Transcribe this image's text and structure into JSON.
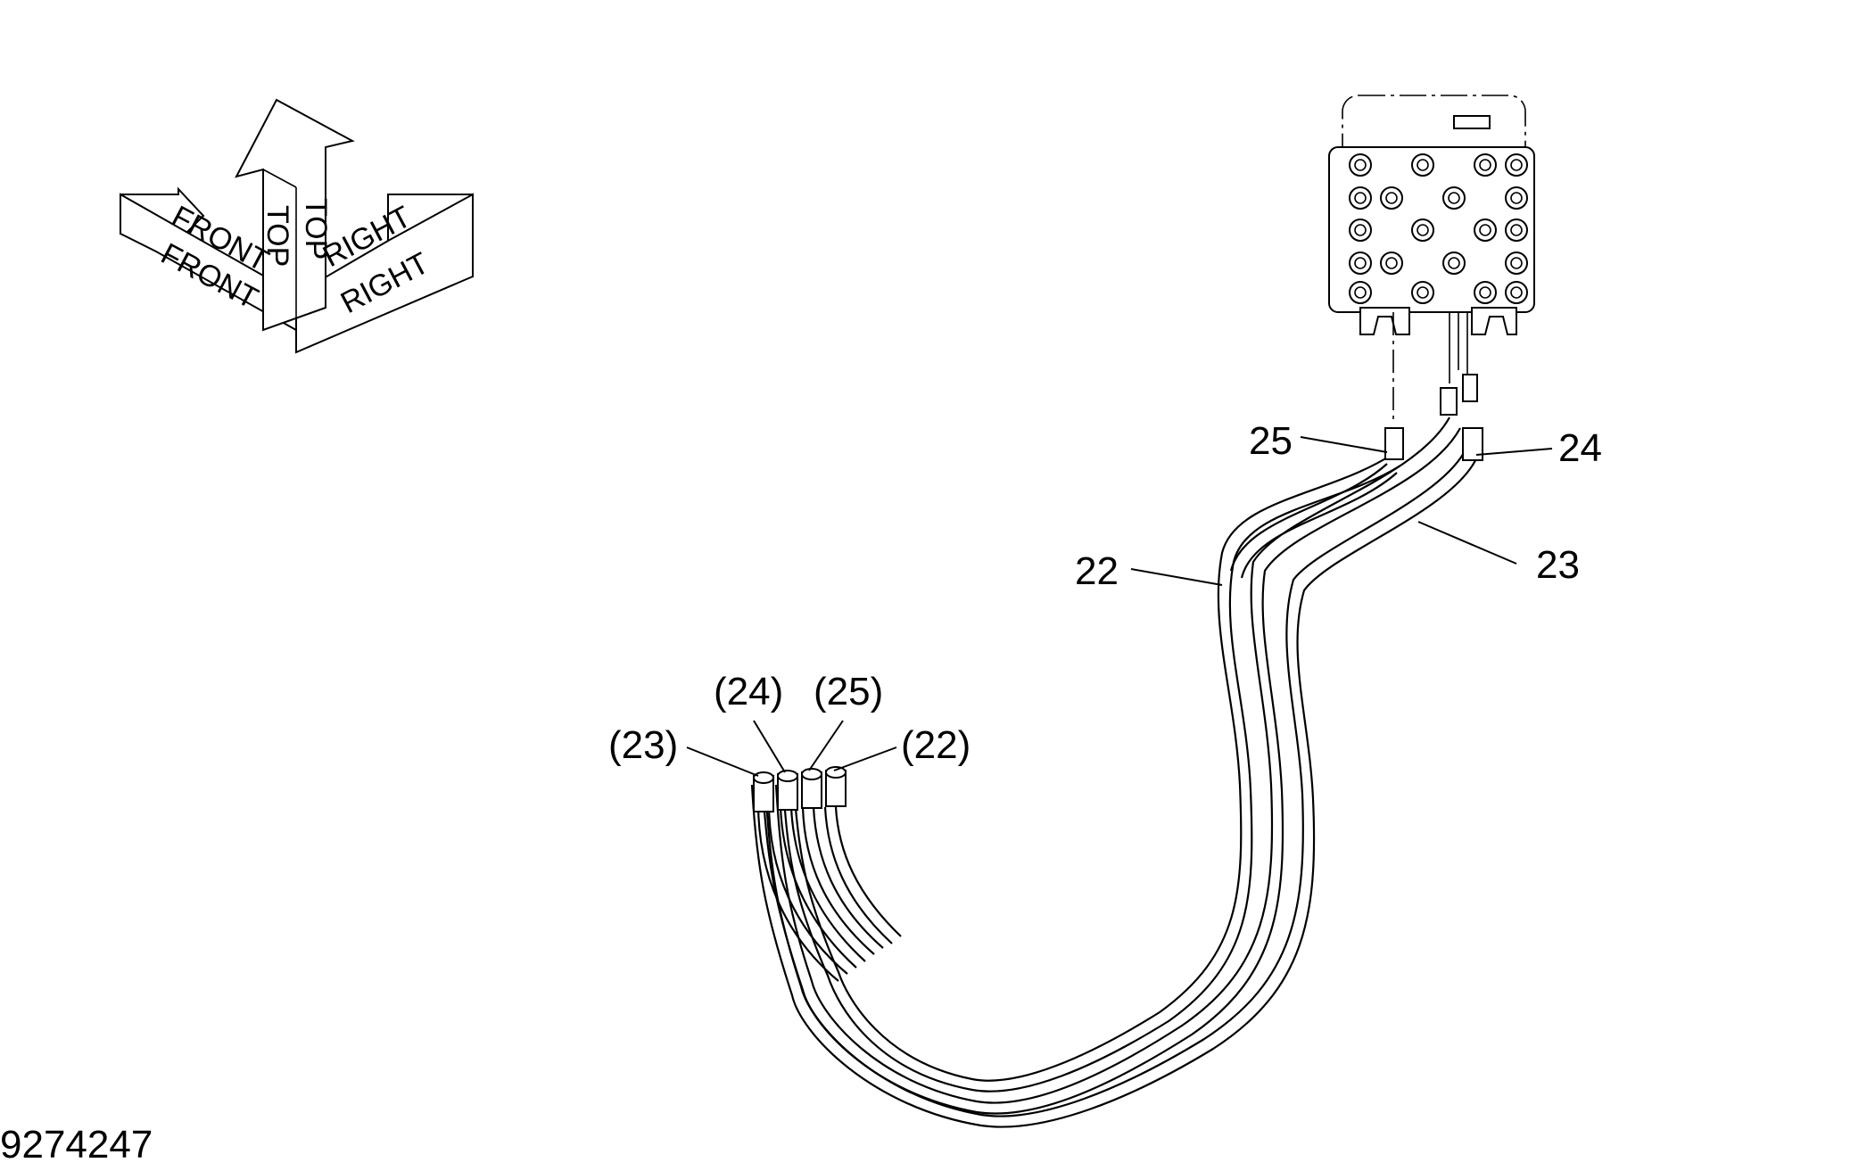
{
  "orientation": {
    "front_top_label": "FRONT",
    "front_bottom_label": "FRONT",
    "top_left_label": "TOP",
    "top_right_label": "TOP",
    "right_top_label": "RIGHT",
    "right_bottom_label": "RIGHT"
  },
  "callouts": {
    "c25": "25",
    "c24": "24",
    "c22": "22",
    "c23": "23",
    "c23_paren": "(23)",
    "c24_paren": "(24)",
    "c25_paren": "(25)",
    "c22_paren": "(22)"
  },
  "drawing_number": "9274247"
}
